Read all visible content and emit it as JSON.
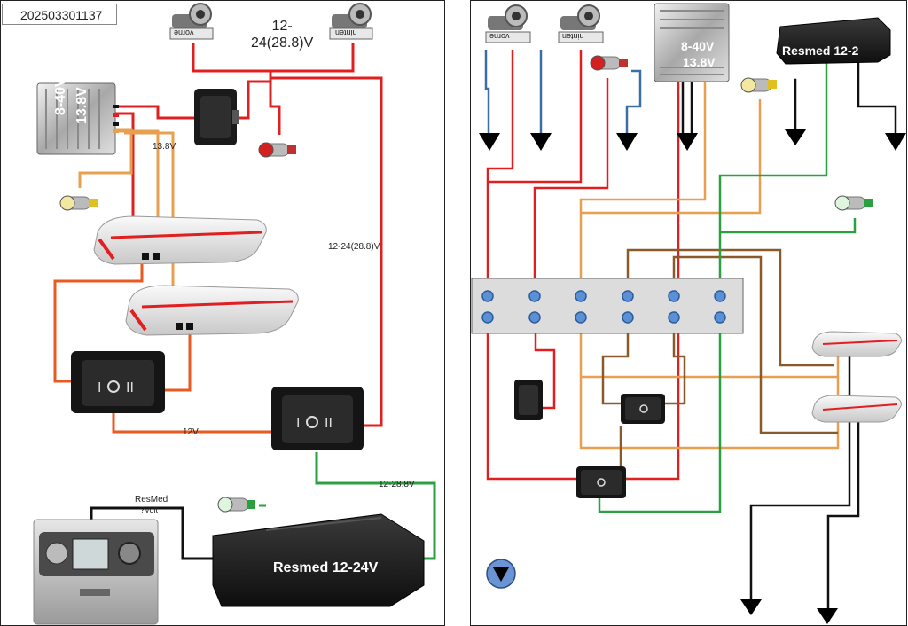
{
  "timestamp": "202503301137",
  "voltage_main": "12-\n24(28.8)V",
  "voltage_side": "12-24(28.8)V",
  "converter_out_label": "13.8V",
  "converter_text_line1": "8-40V",
  "converter_text_line2": "13.8V",
  "wire_12v_label": "12V",
  "wire_12_28_label": "12-28.8V",
  "resmed_left_title": "ResMed",
  "resmed_left_sub": "?Volt",
  "resmed_psu_label": "Resmed 12-24V",
  "resmed_psu_label_right": "Resmed 12-2",
  "socket_front_label": "vorne",
  "socket_rear_label": "hinten",
  "colors": {
    "wire_red": "#e02020",
    "wire_orange": "#e8a050",
    "wire_orange_dark": "#e85a20",
    "wire_blue": "#3a6ea5",
    "wire_green": "#2aa040",
    "wire_brown": "#8b5a2b",
    "wire_black": "#111111",
    "terminal_strip": "#dcdcdc",
    "terminal_dot": "#5b8fd6"
  }
}
